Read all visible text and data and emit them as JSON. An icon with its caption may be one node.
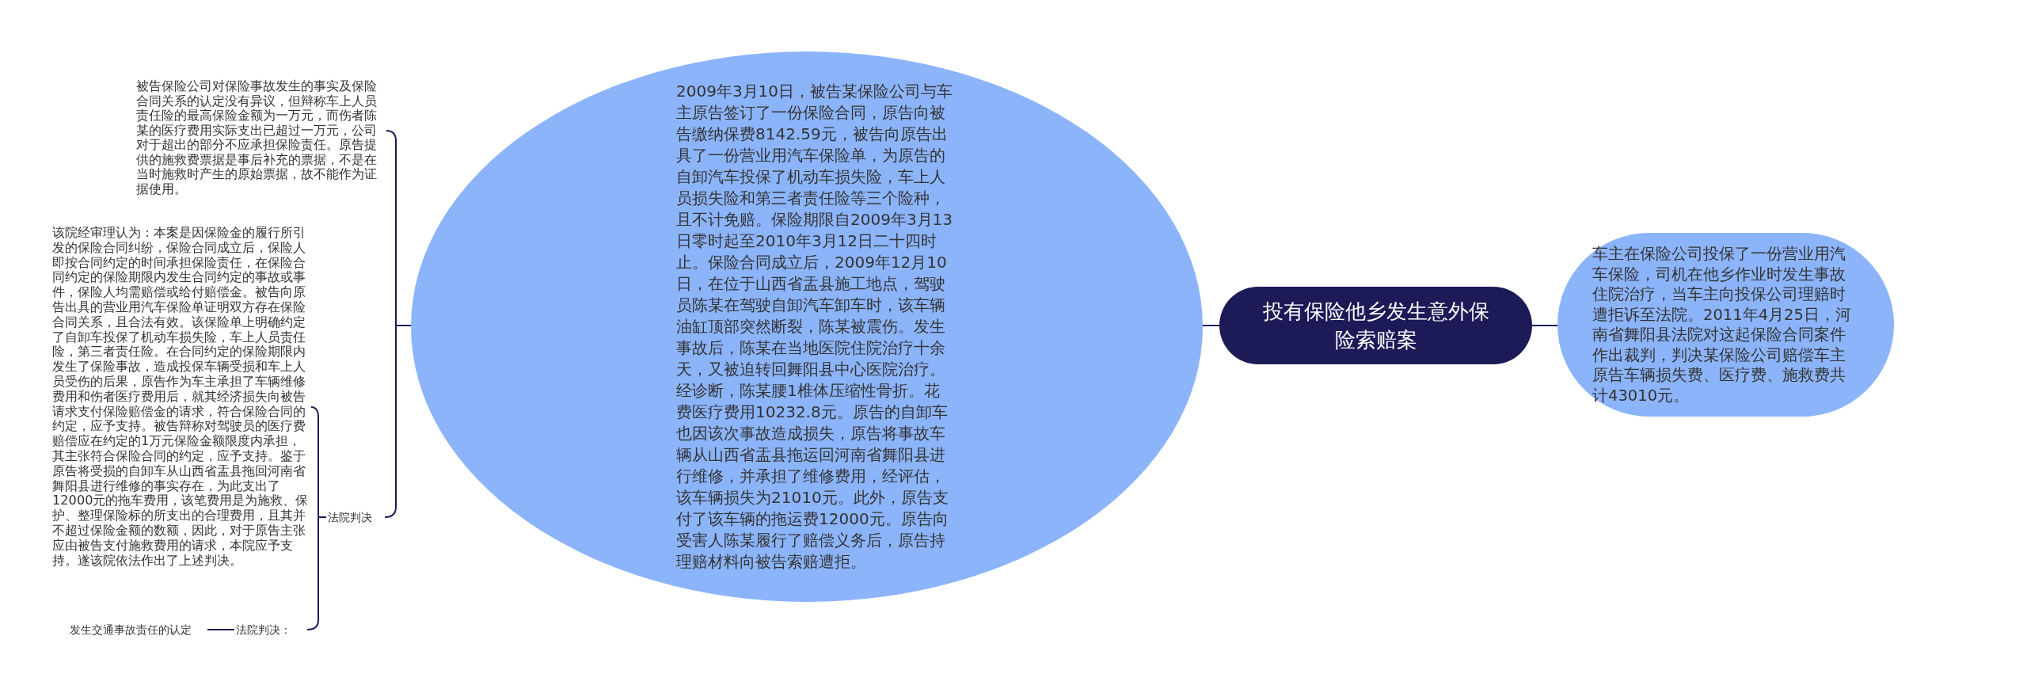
{
  "diagram": {
    "nodes": [
      {
        "text": [
          "投有保险他乡发生意外保险索赔案"
        ]
      },
      {
        "text": [
          "2009年3月10日，被告某保险公司与车主原告签订了一份保险合同，原告向被告缴纳保费8142.59元，被告向原告出具了一份营业用汽车保险单，为原告的自卸汽车投保了机动车损失险，车上人员损失险和第三者责任险等三个险种，且不计免赔。保险期限自2009年3月13日零时起至2010年3月12日二十四时止。保险合同成立后，2009年12月10日，在位于山西省盂县施工地点，驾驶员陈某在驾驶自卸汽车卸车时，该车辆油缸顶部突然断裂，陈某被震伤。发生事故后，陈某在当地医院住院治疗十余天，又被迫转回舞阳县中心医院治疗。经诊断，陈某腰1椎体压缩性骨折。花费医疗费用10232.8元。原告的自卸车也因该次事故造成损失，原告将事故车辆从山西省盂县拖运回河南省舞阳县进行维修，并承担了维修费用，经评估，该车辆损失为21010元。此外，原告支付了该车辆的拖运费12000元。原告向受害人陈某履行了赔偿义务后，原告持理赔材料向被告索赔遭拒。"
        ]
      },
      {
        "text": [
          "车主在保险公司投保了一份营业用汽车保险，司机在他乡作业时发生事故住院治疗，当车主向投保公司理赔时遭拒诉至法院。2011年4月25日，河南省舞阳县法院对这起保险合同案件作出裁判，判决某保险公司赔偿车主原告车辆损失费、医疗费、施救费共计43010元。"
        ]
      },
      {
        "text": [
          "被告保险公司对保险事故发生的事实及保险合同关系的认定没有异议，但辩称车上人员责任险的最高保险金额为一万元，而伤者陈某的医疗费用实际支出已超过一万元，公司对于超出的部分不应承担保险责任。原告提供的施救费票据是事后补充的票据，不是在当时施救时产生的原始票据，故不能作为证据使用。"
        ]
      },
      {
        "text": [
          "法院判决"
        ]
      },
      {
        "text": [
          "该院经审理认为：本案是因保险金的履行所引发的保险合同纠纷，保险合同成立后，保险人即按合同约定的时间承担保险责任，在保险合同约定的保险期限内发生合同约定的事故或事件，保险人均需赔偿或给付赔偿金。被告向原告出具的营业用汽车保险单证明双方存在保险合同关系，且合法有效。该保险单上明确约定了自卸车投保了机动车损失险，车上人员责任险，第三者责任险。在合同约定的保险期限内发生了保险事故，造成投保车辆受损和车上人员受伤的后果，原告作为车主承担了车辆维修费用和伤者医疗费用后，就其经济损失向被告请求支付保险赔偿金的请求，符合保险合同的约定，应予支持。被告辩称对驾驶员的医疗费赔偿应在约定的1万元保险金额限度内承担，其主张符合保险合同的约定，应予支持。鉴于原告将受损的自卸车从山西省盂县拖回河南省舞阳县进行维修的事实存在，为此支出了12000元的拖车费用，该笔费用是为施救、保护、整理保险标的所支出的合理费用，且其并不超过保险金额的数额，因此，对于原告主张应由被告支付施救费用的请求，本院应予支持。遂该院依法作出了上述判决。"
        ]
      },
      {
        "text": [
          "法院判决："
        ]
      },
      {
        "text": [
          "发生交通事故责任的认定"
        ]
      }
    ],
    "edges": [
      {
        "from": 0,
        "to": 1,
        "arrow": "none"
      },
      {
        "from": 0,
        "to": 2,
        "arrow": "none"
      },
      {
        "from": 1,
        "to": 3,
        "arrow": "none"
      },
      {
        "from": 1,
        "to": 4,
        "arrow": "none"
      },
      {
        "from": 4,
        "to": 5,
        "arrow": "none"
      },
      {
        "from": 4,
        "to": 6,
        "arrow": "none"
      },
      {
        "from": 6,
        "to": 7,
        "arrow": "none"
      }
    ]
  }
}
